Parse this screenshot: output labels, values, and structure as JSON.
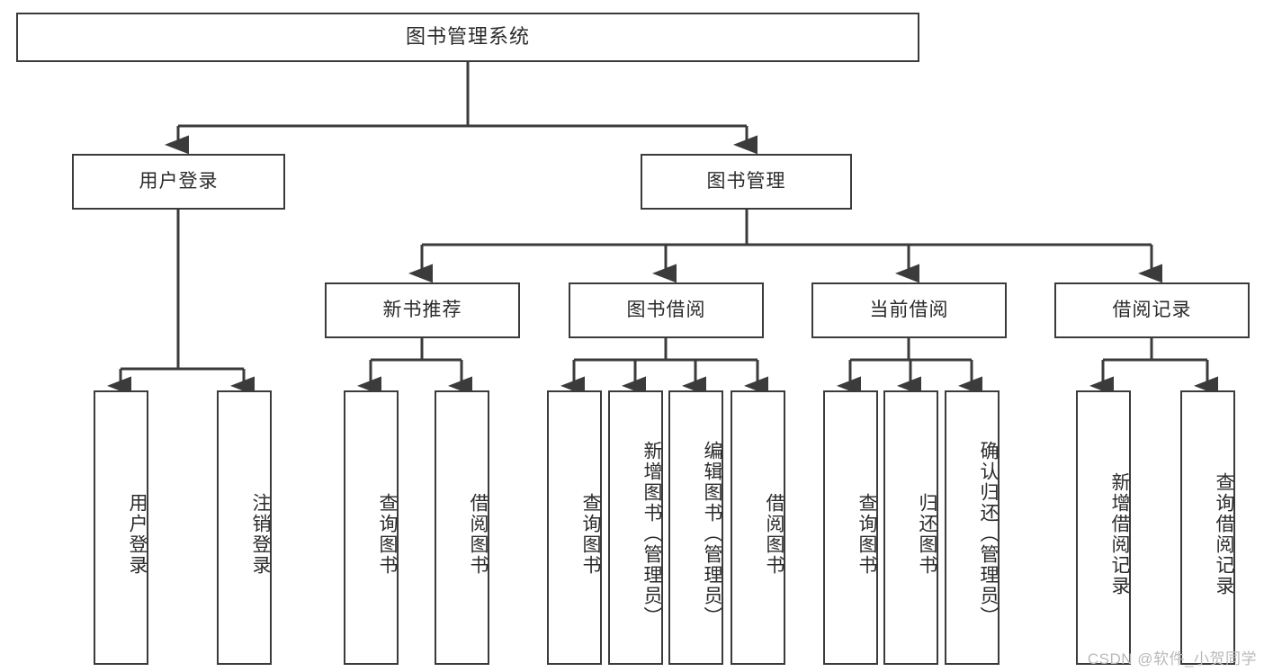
{
  "diagram": {
    "title": "图书管理系统",
    "type": "tree-hierarchy",
    "levels": {
      "root": {
        "label": "图书管理系统"
      },
      "level2": [
        {
          "id": "user-login",
          "label": "用户登录"
        },
        {
          "id": "book-manage",
          "label": "图书管理"
        }
      ],
      "level3": [
        {
          "id": "new-book-recommend",
          "label": "新书推荐",
          "parent": "book-manage"
        },
        {
          "id": "book-borrow",
          "label": "图书借阅",
          "parent": "book-manage"
        },
        {
          "id": "current-borrow",
          "label": "当前借阅",
          "parent": "book-manage"
        },
        {
          "id": "borrow-record",
          "label": "借阅记录",
          "parent": "book-manage"
        }
      ],
      "leaves": [
        {
          "id": "leaf-user-login",
          "label": "用户登录",
          "parent": "user-login"
        },
        {
          "id": "leaf-logout-login",
          "label": "注销登录",
          "parent": "user-login"
        },
        {
          "id": "leaf-query-book-1",
          "label": "查询图书",
          "parent": "new-book-recommend"
        },
        {
          "id": "leaf-borrow-book-1",
          "label": "借阅图书",
          "parent": "new-book-recommend"
        },
        {
          "id": "leaf-query-book-2",
          "label": "查询图书",
          "parent": "book-borrow"
        },
        {
          "id": "leaf-add-book",
          "label": "新增图书（管理员）",
          "parent": "book-borrow"
        },
        {
          "id": "leaf-edit-book",
          "label": "编辑图书（管理员）",
          "parent": "book-borrow"
        },
        {
          "id": "leaf-borrow-book-2",
          "label": "借阅图书",
          "parent": "book-borrow"
        },
        {
          "id": "leaf-query-book-3",
          "label": "查询图书",
          "parent": "current-borrow"
        },
        {
          "id": "leaf-return-book",
          "label": "归还图书",
          "parent": "current-borrow"
        },
        {
          "id": "leaf-confirm-return",
          "label": "确认归还（管理员）",
          "parent": "current-borrow"
        },
        {
          "id": "leaf-add-record",
          "label": "新增借阅记录",
          "parent": "borrow-record"
        },
        {
          "id": "leaf-query-record",
          "label": "查询借阅记录",
          "parent": "borrow-record"
        }
      ]
    },
    "colors": {
      "stroke": "#3b3b3b",
      "fill": "#ffffff",
      "text": "#2b2b2b",
      "watermark": "#b9b9b9"
    }
  },
  "watermark": {
    "text": "CSDN @软件_小贺同学"
  }
}
